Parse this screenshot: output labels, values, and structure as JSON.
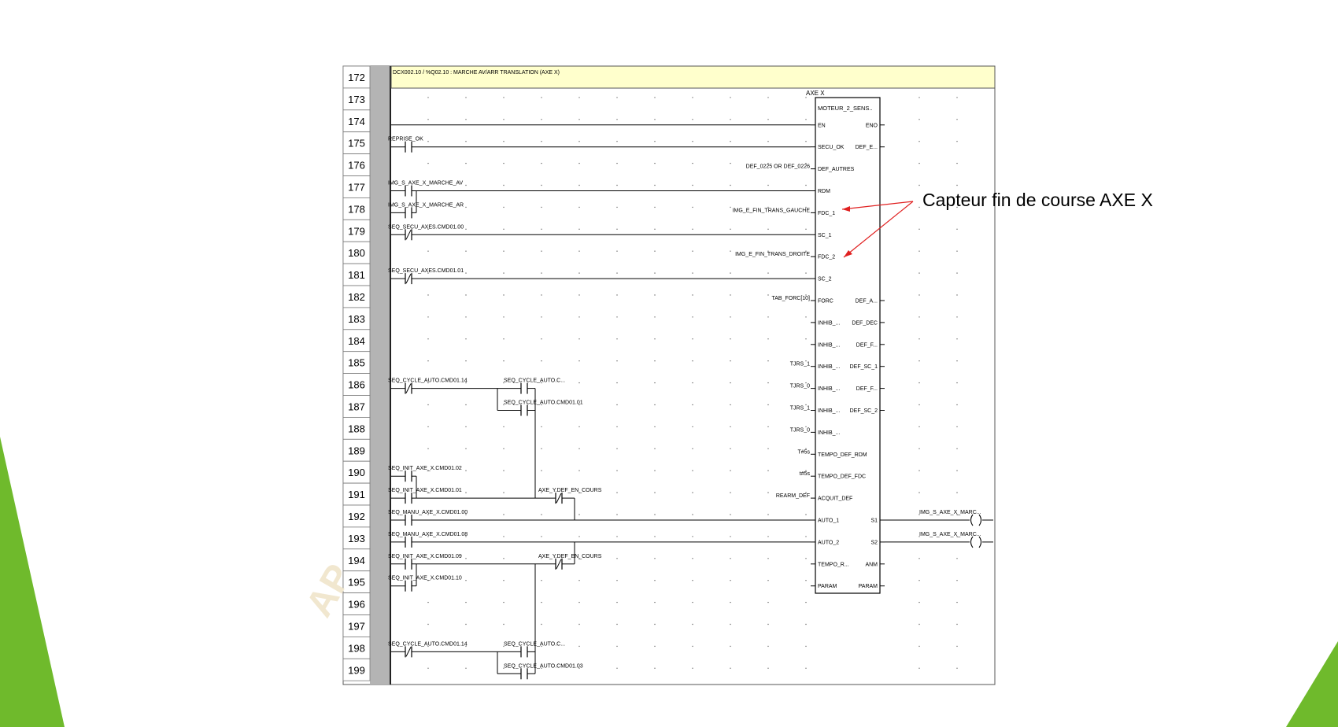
{
  "slide": {
    "accent_color": "#6fba2c",
    "callout": "Capteur fin de course AXE X"
  },
  "ladder": {
    "rung_numbers": [
      "172",
      "173",
      "174",
      "175",
      "176",
      "177",
      "178",
      "179",
      "180",
      "181",
      "182",
      "183",
      "184",
      "185",
      "186",
      "187",
      "188",
      "189",
      "190",
      "191",
      "192",
      "193",
      "194",
      "195",
      "196",
      "197",
      "198",
      "199"
    ],
    "comment": "DCX002.10 / %Q02.10 : MARCHE AV/ARR TRANSLATION (AXE X)",
    "comment_bg": "#ffffcc",
    "watermark": "AP",
    "contacts": [
      {
        "label": "REPRISE_OK",
        "negated": false
      },
      {
        "label": "IMG_S_AXE_X_MARCHE_AV",
        "negated": false
      },
      {
        "label": "IMG_S_AXE_X_MARCHE_AR",
        "negated": false
      },
      {
        "label": "SEQ_SECU_AXES.CMD01.00",
        "negated": true
      },
      {
        "label": "SEQ_SECU_AXES.CMD01.01",
        "negated": true
      },
      {
        "label": "SEQ_CYCLE_AUTO.CMD01.14",
        "negated": true
      },
      {
        "label": "SEQ_CYCLE_AUTO.C...",
        "negated": false
      },
      {
        "label": "SEQ_CYCLE_AUTO.CMD01.01",
        "negated": false
      },
      {
        "label": "SEQ_INIT_AXE_X.CMD01.02",
        "negated": false
      },
      {
        "label": "SEQ_INIT_AXE_X.CMD01.01",
        "negated": false
      },
      {
        "label": "AXE_Y.DEF_EN_COURS",
        "negated": true
      },
      {
        "label": "SEQ_MANU_AXE_X.CMD01.00",
        "negated": false
      },
      {
        "label": "SEQ_MANU_AXE_X.CMD01.08",
        "negated": false
      },
      {
        "label": "SEQ_INIT_AXE_X.CMD01.09",
        "negated": false
      },
      {
        "label": "AXE_Y.DEF_EN_COURS",
        "negated": true
      },
      {
        "label": "SEQ_INIT_AXE_X.CMD01.10",
        "negated": false
      },
      {
        "label": "SEQ_CYCLE_AUTO.CMD01.14",
        "negated": true
      },
      {
        "label": "SEQ_CYCLE_AUTO.C...",
        "negated": false
      },
      {
        "label": "SEQ_CYCLE_AUTO.CMD01.03",
        "negated": false
      }
    ],
    "block": {
      "instance": "AXE X",
      "type": "MOTEUR_2_SENS..",
      "inputs": [
        "EN",
        "SECU_OK",
        "DEF_AUTRES",
        "RDM",
        "FDC_1",
        "SC_1",
        "FDC_2",
        "SC_2",
        "FORC",
        "INHIB_...",
        "INHIB_...",
        "INHIB_...",
        "INHIB_...",
        "INHIB_...",
        "INHIB_...",
        "TEMPO_DEF_RDM",
        "TEMPO_DEF_FDC",
        "ACQUIT_DEF",
        "AUTO_1",
        "AUTO_2",
        "TEMPO_R...",
        "PARAM"
      ],
      "outputs": [
        "ENO",
        "DEF_E...",
        "DEF_A...",
        "DEF_DEC",
        "DEF_F...",
        "DEF_SC_1",
        "DEF_F...",
        "DEF_SC_2",
        "S1",
        "S2",
        "ANM",
        "PARAM"
      ],
      "input_values": [
        "DEF_0225 OR DEF_0226",
        "IMG_E_FIN_TRANS_GAUCHE",
        "IMG_E_FIN_TRANS_DROITE",
        "TAB_FORC[10]",
        "TJRS_1",
        "TJRS_0",
        "TJRS_1",
        "TJRS_0",
        "T#5s",
        "t#5s",
        "REARM_DEF"
      ]
    },
    "coils": [
      "IMG_S_AXE_X_MARC...",
      "IMG_S_AXE_X_MARC..."
    ]
  }
}
